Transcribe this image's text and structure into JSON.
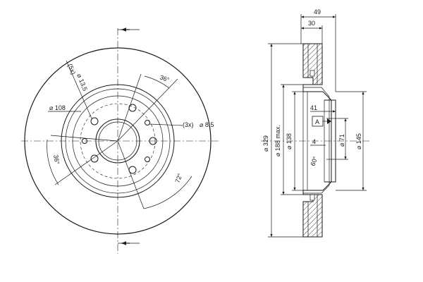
{
  "front_view": {
    "bolt_holes_label": "(5x)",
    "bolt_hole_diameter": "⌀ 13,5",
    "bolt_circle": "⌀ 108",
    "small_holes_label": "(3x)",
    "small_hole_diameter": "⌀ 8,5",
    "angle_top": "36°",
    "angle_left": "36°",
    "angle_bottom": "72°"
  },
  "side_view": {
    "overall_thickness": "49",
    "disc_thickness": "30",
    "outer_diameter": "⌀ 329",
    "max_diameter": "⌀ 188 max.",
    "diameter_138": "⌀ 138",
    "hat_depth": "41",
    "datum": "A",
    "flange_thickness": "4",
    "center_bore": "⌀ 71",
    "hub_diameter": "⌀ 145",
    "hat_angle": "60°"
  }
}
